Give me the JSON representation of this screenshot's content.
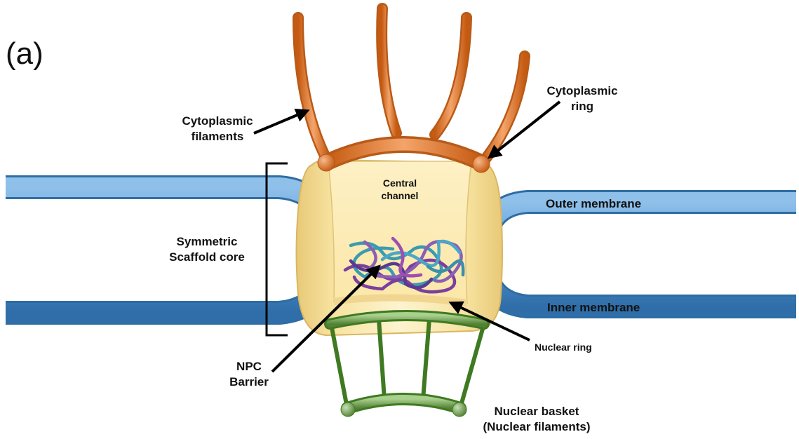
{
  "panel_label": "(a)",
  "labels": {
    "cytoplasmic_filaments": [
      "Cytoplasmic",
      "filaments"
    ],
    "cytoplasmic_ring": [
      "Cytoplasmic",
      "ring"
    ],
    "central_channel": [
      "Central",
      "channel"
    ],
    "outer_membrane": "Outer membrane",
    "inner_membrane": "Inner membrane",
    "symmetric_scaffold_core": [
      "Symmetric",
      "Scaffold core"
    ],
    "npc_barrier": [
      "NPC",
      "Barrier"
    ],
    "nuclear_ring": "Nuclear ring",
    "nuclear_basket": [
      "Nuclear basket",
      "(Nuclear filaments)"
    ]
  },
  "colors": {
    "membrane": "#5b9bd5",
    "membrane_edge": "#2e6da4",
    "scaffold": "#f7e3a1",
    "scaffold_edge": "#d9b660",
    "cytoplasmic": "#ed7d31",
    "cytoplasmic_edge": "#b85a18",
    "nuclear": "#70ad47",
    "nuclear_edge": "#3f7a22",
    "barrier_purple": "#7b3f9e",
    "barrier_teal": "#3a9bb0",
    "arrow": "#000000"
  }
}
